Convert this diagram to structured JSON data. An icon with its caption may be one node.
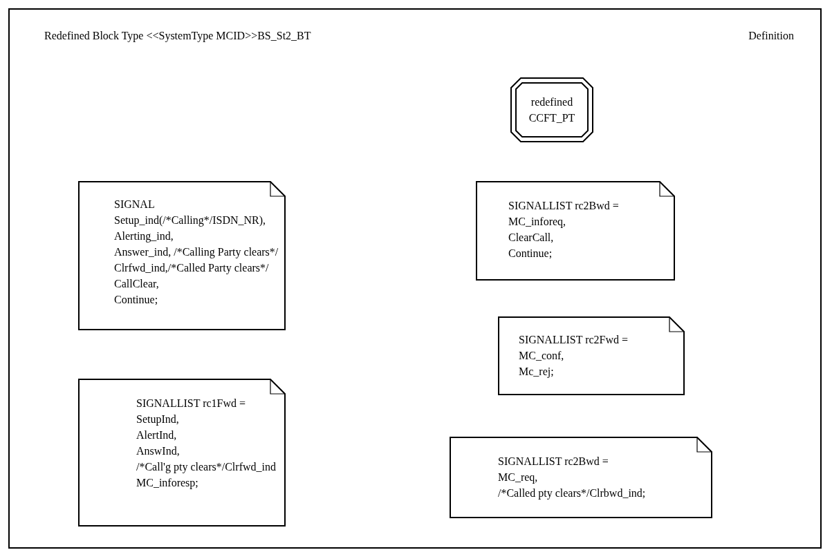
{
  "diagram": {
    "nodes": [
      {
        "text": [
          "Redefined Block Type <<SystemType MCID>>BS_St2_BT",
          "Definition"
        ]
      },
      {
        "text": [
          "redefined",
          "CCFT_PT"
        ],
        "in": 0
      },
      {
        "text": [
          "SIGNAL",
          "Setup_ind(/*Calling*/ISDN_NR),",
          "Alerting_ind,",
          "Answer_ind, /*Calling Party clears*/",
          "Clrfwd_ind,/*Called Party clears*/",
          "CallClear,",
          "Continue;"
        ],
        "in": 0
      },
      {
        "text": [
          "SIGNALLIST rc2Bwd =",
          "MC_inforeq,",
          "ClearCall,",
          "Continue;"
        ],
        "in": 0
      },
      {
        "text": [
          "SIGNALLIST rc2Fwd =",
          "MC_conf,",
          "Mc_rej;"
        ],
        "in": 0
      },
      {
        "text": [
          "SIGNALLIST rc1Fwd =",
          "SetupInd,",
          "AlertInd,",
          "AnswInd,",
          "/*Call'g pty clears*/Clrfwd_ind",
          "MC_inforesp;"
        ],
        "in": 0
      },
      {
        "text": [
          "SIGNALLIST rc2Bwd =",
          "MC_req,",
          "/*Called pty clears*/Clrbwd_ind;"
        ],
        "in": 0
      }
    ]
  }
}
